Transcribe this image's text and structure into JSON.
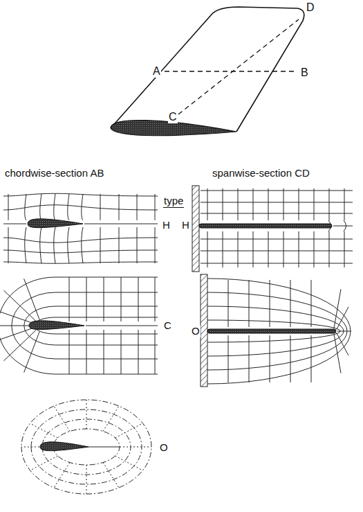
{
  "diagram": {
    "labels": [
      "D",
      "A",
      "B",
      "C",
      "chordwise-section AB",
      "spanwise-section CD",
      "type",
      "H",
      "H",
      "C",
      "O",
      "O"
    ]
  }
}
